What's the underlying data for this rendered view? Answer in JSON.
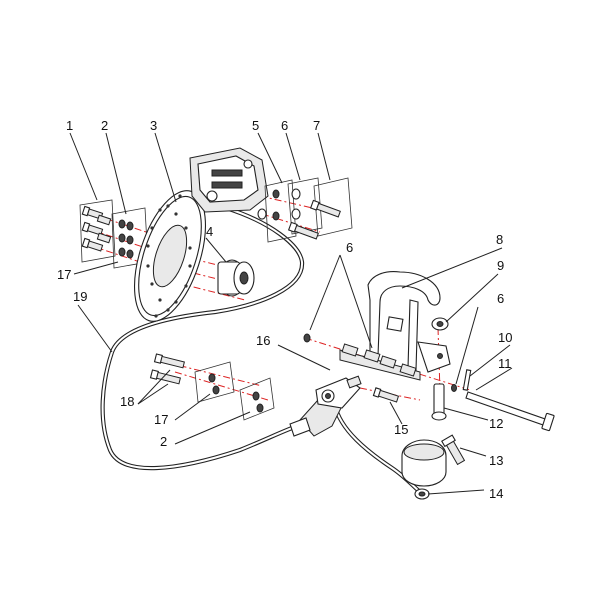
{
  "callouts": [
    {
      "id": "c1",
      "text": "1"
    },
    {
      "id": "c2a",
      "text": "2"
    },
    {
      "id": "c3",
      "text": "3"
    },
    {
      "id": "c5",
      "text": "5"
    },
    {
      "id": "c6a",
      "text": "6"
    },
    {
      "id": "c7",
      "text": "7"
    },
    {
      "id": "c4",
      "text": "4"
    },
    {
      "id": "c6b",
      "text": "6"
    },
    {
      "id": "c8",
      "text": "8"
    },
    {
      "id": "c17a",
      "text": "17"
    },
    {
      "id": "c19",
      "text": "19"
    },
    {
      "id": "c9",
      "text": "9"
    },
    {
      "id": "c6c",
      "text": "6"
    },
    {
      "id": "c16",
      "text": "16"
    },
    {
      "id": "c10",
      "text": "10"
    },
    {
      "id": "c11",
      "text": "11"
    },
    {
      "id": "c18",
      "text": "18"
    },
    {
      "id": "c17b",
      "text": "17"
    },
    {
      "id": "c15",
      "text": "15"
    },
    {
      "id": "c12",
      "text": "12"
    },
    {
      "id": "c2b",
      "text": "2"
    },
    {
      "id": "c13",
      "text": "13"
    },
    {
      "id": "c14",
      "text": "14"
    }
  ]
}
